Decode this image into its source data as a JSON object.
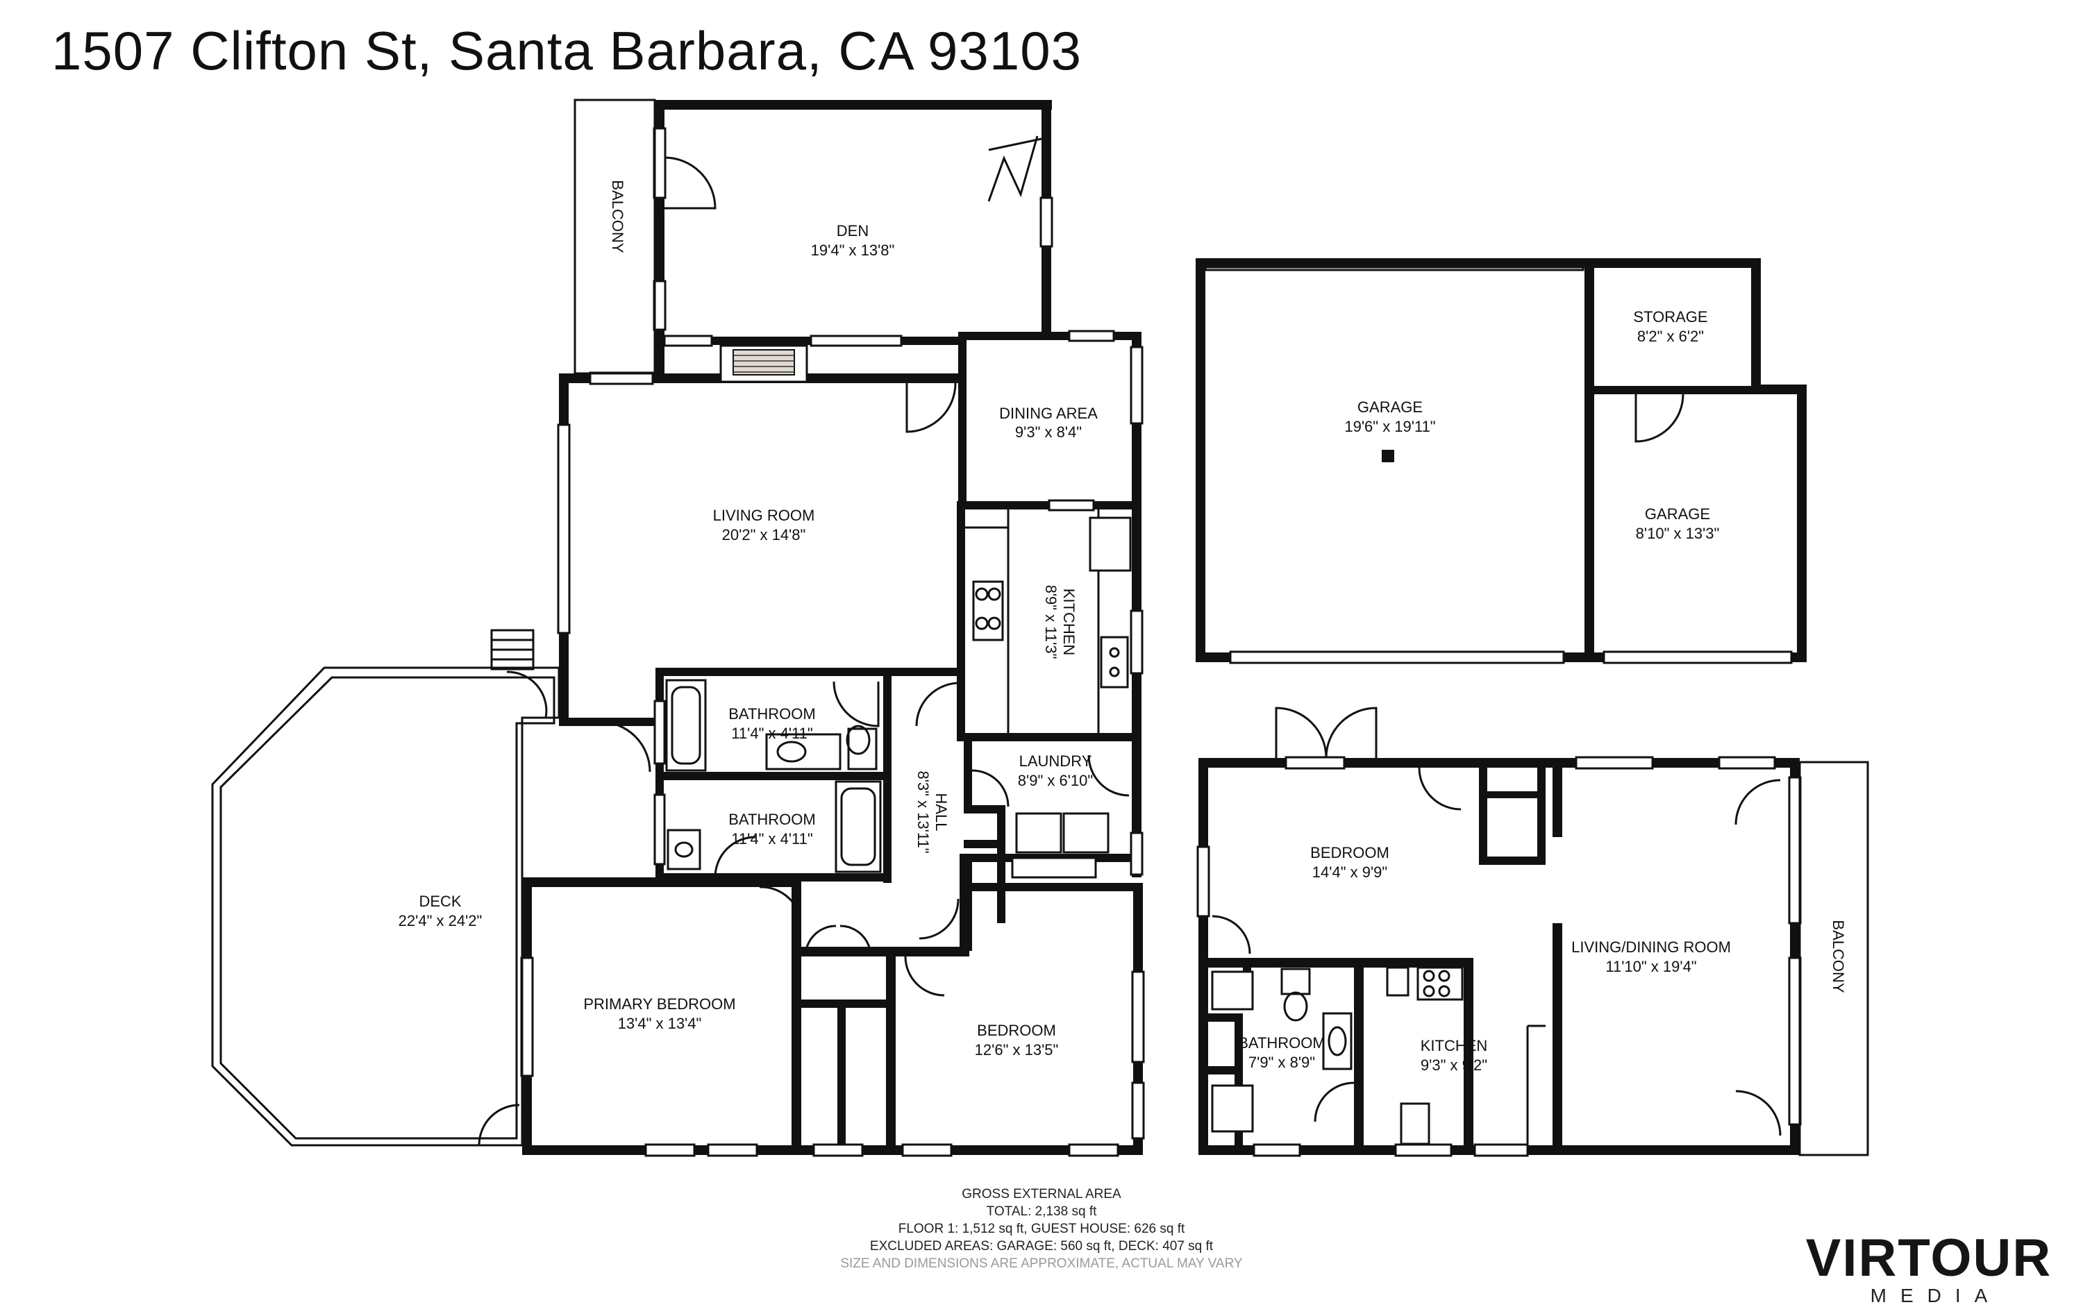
{
  "title": "1507 Clifton St, Santa Barbara, CA 93103",
  "rooms": {
    "balcony_left": {
      "name": "BALCONY"
    },
    "den": {
      "name": "DEN",
      "dims": "19'4\" x 13'8\""
    },
    "dining_area": {
      "name": "DINING AREA",
      "dims": "9'3\" x 8'4\""
    },
    "living_room": {
      "name": "LIVING ROOM",
      "dims": "20'2\" x 14'8\""
    },
    "kitchen_main": {
      "name": "KITCHEN",
      "dims": "8'9\" x 11'3\""
    },
    "bathroom_1": {
      "name": "BATHROOM",
      "dims": "11'4\" x 4'11\""
    },
    "bathroom_2": {
      "name": "BATHROOM",
      "dims": "11'4\" x 4'11\""
    },
    "hall": {
      "name": "HALL",
      "dims": "8'3\" x 13'11\""
    },
    "laundry": {
      "name": "LAUNDRY",
      "dims": "8'9\" x 6'10\""
    },
    "deck": {
      "name": "DECK",
      "dims": "22'4\" x 24'2\""
    },
    "primary_bedroom": {
      "name": "PRIMARY BEDROOM",
      "dims": "13'4\" x 13'4\""
    },
    "bedroom_main": {
      "name": "BEDROOM",
      "dims": "12'6\" x 13'5\""
    },
    "garage_large": {
      "name": "GARAGE",
      "dims": "19'6\" x 19'11\""
    },
    "storage": {
      "name": "STORAGE",
      "dims": "8'2\" x 6'2\""
    },
    "garage_small": {
      "name": "GARAGE",
      "dims": "8'10\" x 13'3\""
    },
    "bedroom_guest": {
      "name": "BEDROOM",
      "dims": "14'4\" x 9'9\""
    },
    "living_dining": {
      "name": "LIVING/DINING ROOM",
      "dims": "11'10\" x 19'4\""
    },
    "balcony_right": {
      "name": "BALCONY"
    },
    "bathroom_guest": {
      "name": "BATHROOM",
      "dims": "7'9\" x 8'9\""
    },
    "kitchen_guest": {
      "name": "KITCHEN",
      "dims": "9'3\" x 9'2\""
    }
  },
  "footer": {
    "heading": "GROSS EXTERNAL AREA",
    "total": "TOTAL: 2,138 sq ft",
    "floors": "FLOOR 1: 1,512 sq ft, GUEST HOUSE: 626 sq ft",
    "excluded": "EXCLUDED AREAS: GARAGE: 560 sq ft, DECK: 407 sq ft",
    "disclaimer": "SIZE AND DIMENSIONS ARE APPROXIMATE, ACTUAL MAY VARY"
  },
  "logo": {
    "wordmark": "VIRTOUR",
    "subtitle": "MEDIA"
  }
}
